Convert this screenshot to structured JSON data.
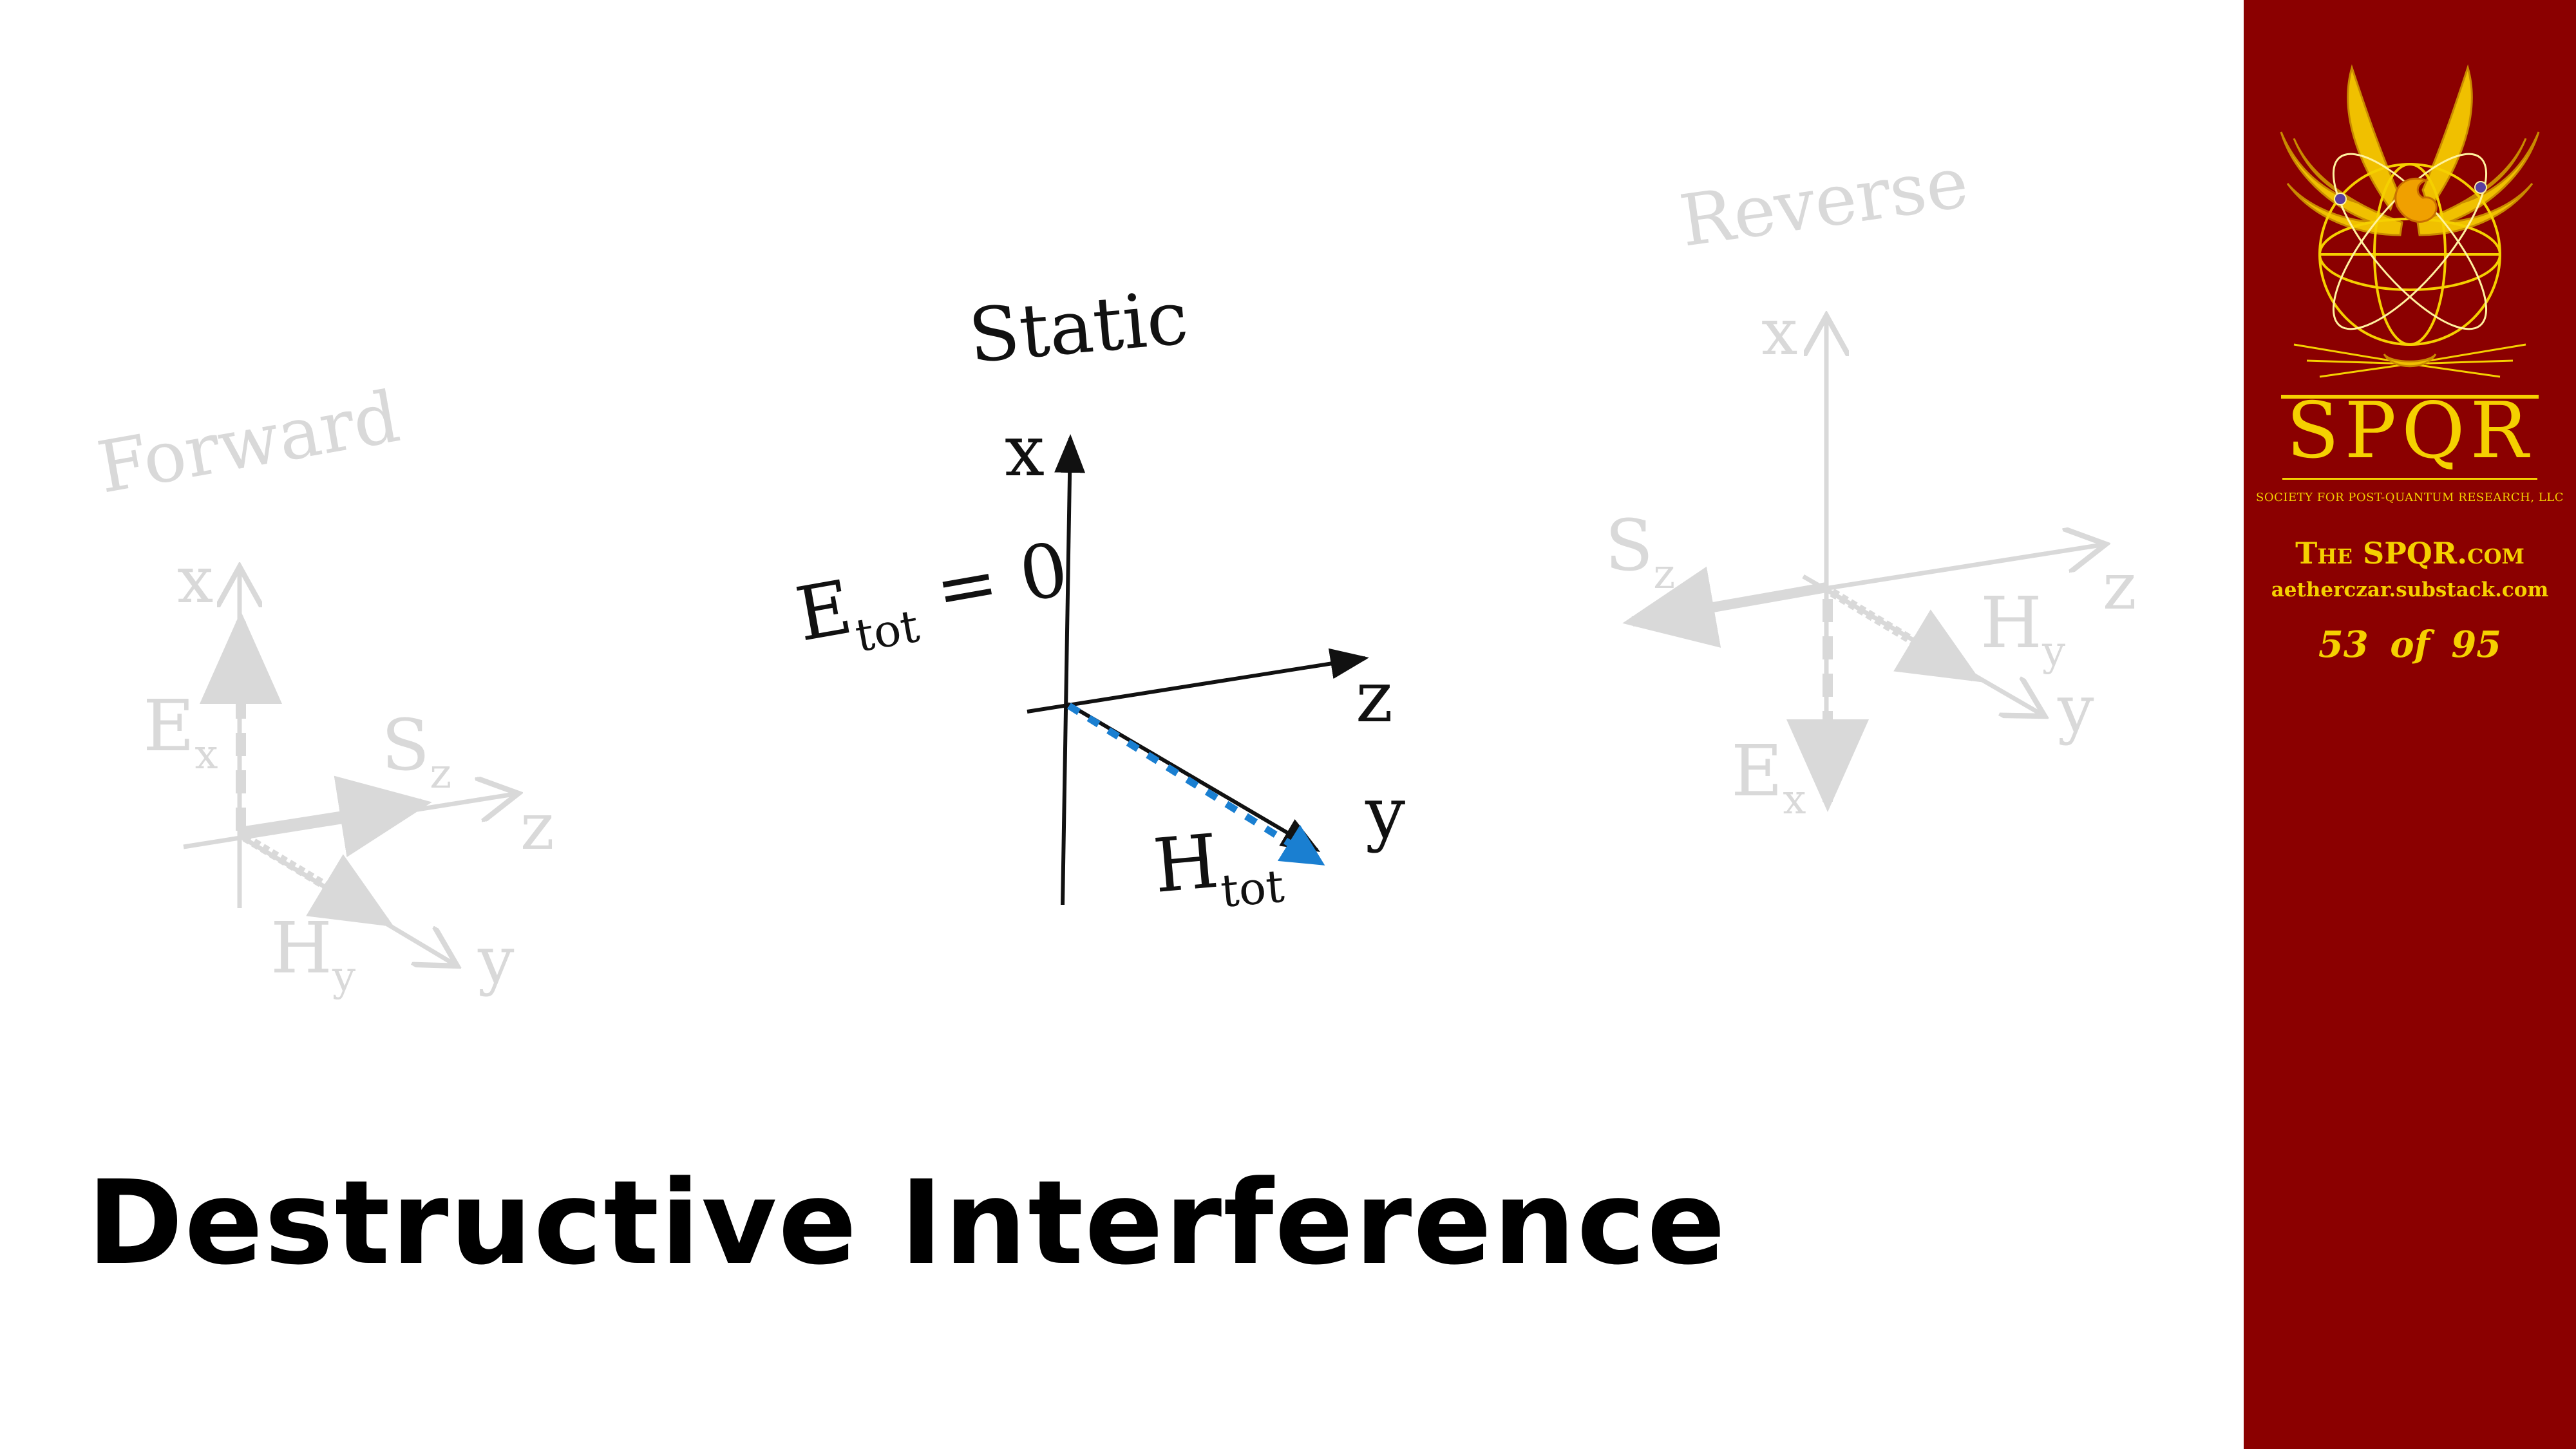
{
  "title": "Destructive Interference",
  "diagrams": {
    "forward": {
      "label": "Forward",
      "axis_x": "x",
      "axis_z": "z",
      "axis_y": "y",
      "e_main": "E",
      "e_sub": "x",
      "s_main": "S",
      "s_sub": "z",
      "h_main": "H",
      "h_sub": "y"
    },
    "static": {
      "label": "Static",
      "axis_x": "x",
      "axis_z": "z",
      "axis_y": "y",
      "e_main": "E",
      "e_sub": "tot",
      "e_value": " = 0",
      "h_main": "H",
      "h_sub": "tot"
    },
    "reverse": {
      "label": "Reverse",
      "axis_x": "x",
      "axis_z": "z",
      "axis_y": "y",
      "s_main": "S",
      "s_sub": "z",
      "h_main": "H",
      "h_sub": "y",
      "e_main": "E",
      "e_sub": "x"
    }
  },
  "colors": {
    "faint": "#d9d9d9",
    "dark": "#111111",
    "h_field": "#1a7fd1",
    "sidebar_bg": "#8b0000",
    "gold": "#f5d000"
  },
  "sidebar": {
    "emblem_icon": "spqr-phoenix-atom-emblem",
    "brand": "SPQR",
    "society": "SOCIETY FOR POST-QUANTUM RESEARCH, LLC",
    "site": "The SPQR.com",
    "substack": "aetherczar.substack.com",
    "page_current": "53",
    "page_of": "of",
    "page_total": "95"
  }
}
